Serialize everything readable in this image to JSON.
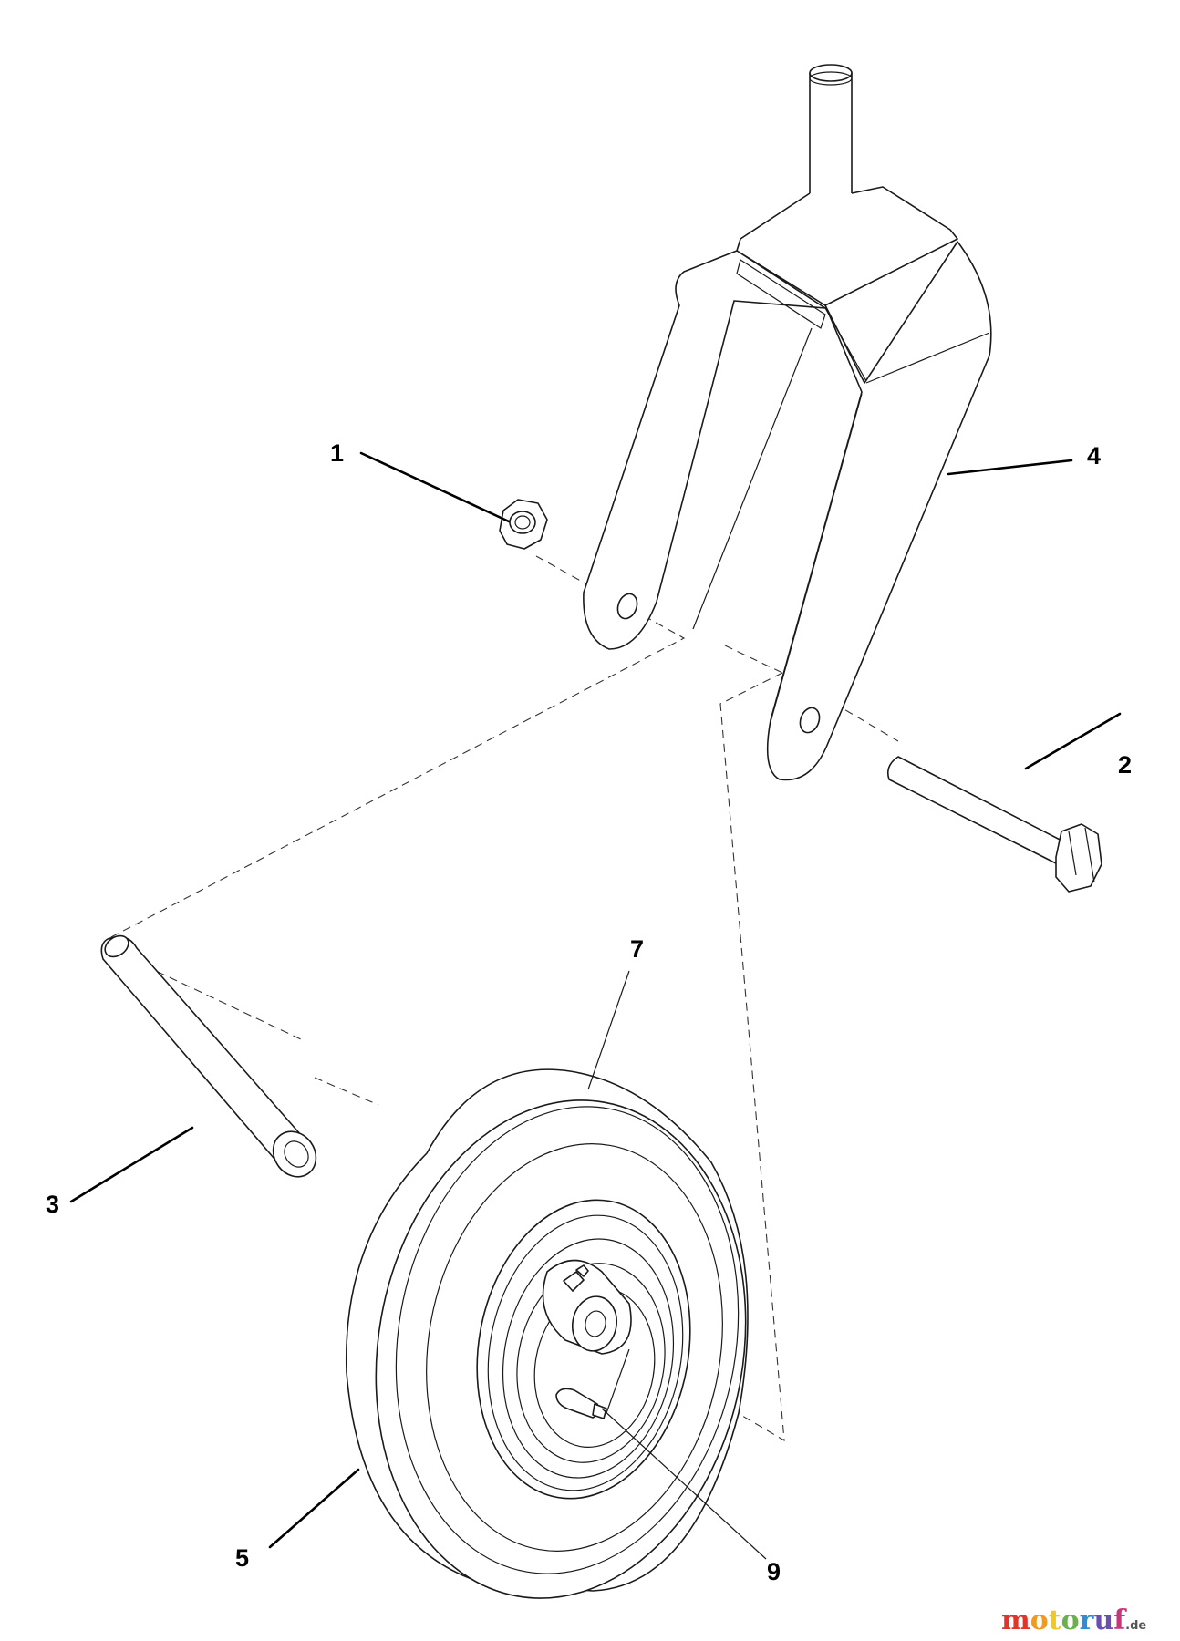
{
  "callouts": {
    "c1": "1",
    "c2": "2",
    "c3": "3",
    "c4": "4",
    "c5": "5",
    "c7": "7",
    "c9": "9"
  },
  "watermark": {
    "segments": [
      {
        "text": "m",
        "color": "#e0352b"
      },
      {
        "text": "o",
        "color": "#f39a1e"
      },
      {
        "text": "t",
        "color": "#f2c623"
      },
      {
        "text": "o",
        "color": "#6ab04c"
      },
      {
        "text": "r",
        "color": "#2f8fd6"
      },
      {
        "text": "u",
        "color": "#6a4fb3"
      },
      {
        "text": "f",
        "color": "#c8367a"
      }
    ],
    "suffix": ".de",
    "suffix_color": "#555555"
  }
}
